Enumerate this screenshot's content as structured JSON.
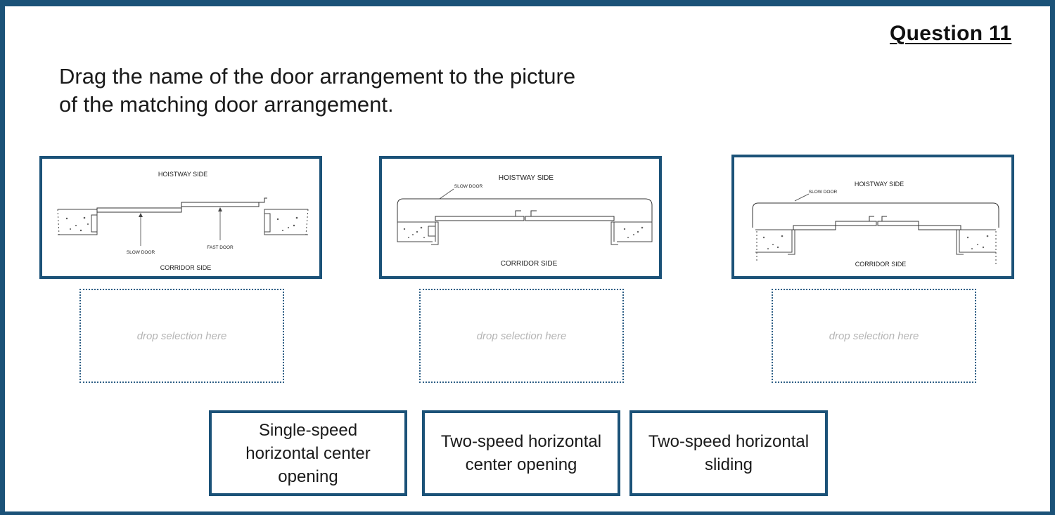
{
  "question_title": "Question 11",
  "prompt_text": "Drag the name of the door arrangement to the picture of the matching door arrangement.",
  "diagrams": [
    {
      "label_top": "HOISTWAY SIDE",
      "label_bottom": "CORRIDOR SIDE",
      "label_slow": "SLOW DOOR",
      "label_fast": "FAST DOOR"
    },
    {
      "label_top": "HOISTWAY SIDE",
      "label_bottom": "CORRIDOR SIDE",
      "label_slow": "SLOW DOOR"
    },
    {
      "label_top": "HOISTWAY SIDE",
      "label_bottom": "CORRIDOR SIDE",
      "label_slow": "SLOW DOOR"
    }
  ],
  "drop_zones": [
    {
      "placeholder": "drop selection here"
    },
    {
      "placeholder": "drop selection here"
    },
    {
      "placeholder": "drop selection here"
    }
  ],
  "choices": [
    {
      "label": "Single-speed horizontal center opening"
    },
    {
      "label": "Two-speed horizontal center opening"
    },
    {
      "label": "Two-speed horizontal sliding"
    }
  ],
  "colors": {
    "frame": "#1b5278",
    "drop_border": "#2e5f86",
    "placeholder_text": "#b5b5b5"
  }
}
